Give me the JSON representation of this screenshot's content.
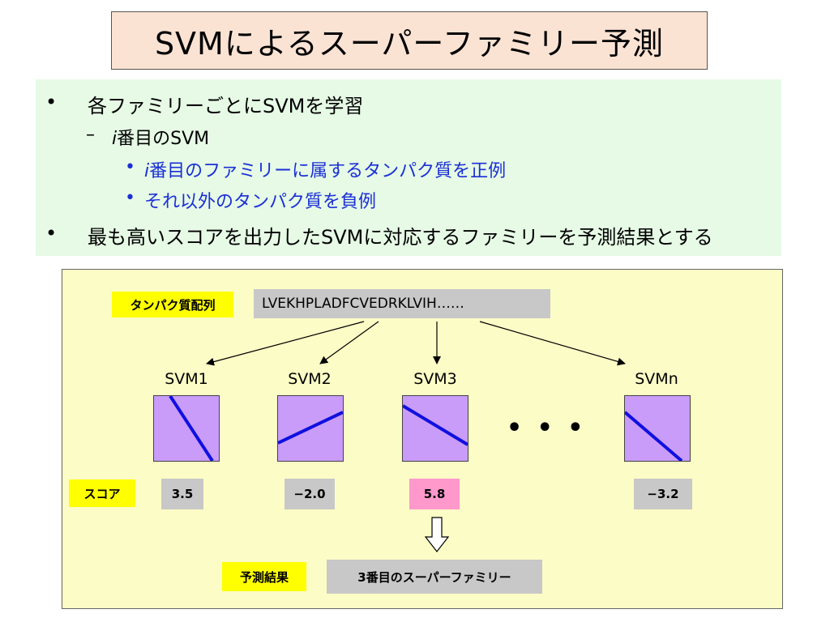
{
  "title": "SVMによるスーパーファミリー予測",
  "bullets": {
    "b1": "各ファミリーごとにSVMを学習",
    "b1_sub_prefix": "i",
    "b1_sub": "番目のSVM",
    "b1_sub_sub1_prefix": "i",
    "b1_sub_sub1": "番目のファミリーに属するタンパク質を正例",
    "b1_sub_sub2": "それ以外のタンパク質を負例",
    "b2": "最も高いスコアを出力したSVMに対応するファミリーを予測結果とする",
    "dot_marker": "•",
    "dash_marker": "–"
  },
  "diagram": {
    "sequence_label": "タンパク質配列",
    "sequence_value": "LVEKHPLADFCVEDRKLVIH……",
    "score_label": "スコア",
    "svms": [
      {
        "name": "SVM1",
        "score": "3.5"
      },
      {
        "name": "SVM2",
        "score": "−2.0"
      },
      {
        "name": "SVM3",
        "score": "5.8"
      },
      {
        "name": "SVMn",
        "score": "−3.2"
      }
    ],
    "ellipsis": "• • •",
    "result_label": "予測結果",
    "result_value": "3番目のスーパーファミリー"
  },
  "colors": {
    "highlight_score": "#ff99cc",
    "line": "#1010e0"
  }
}
